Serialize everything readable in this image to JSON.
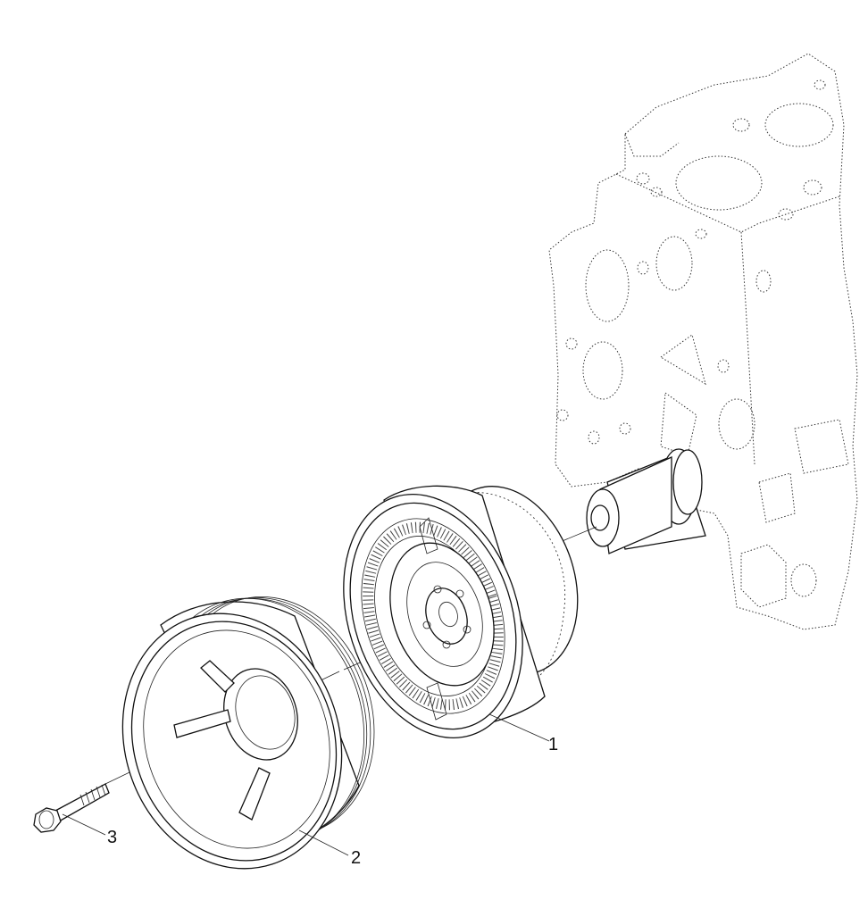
{
  "diagram": {
    "parts": [
      {
        "label": "1",
        "name": "vibration-damper"
      },
      {
        "label": "2",
        "name": "crankshaft-pulley"
      },
      {
        "label": "3",
        "name": "pulley-bolt"
      }
    ]
  }
}
